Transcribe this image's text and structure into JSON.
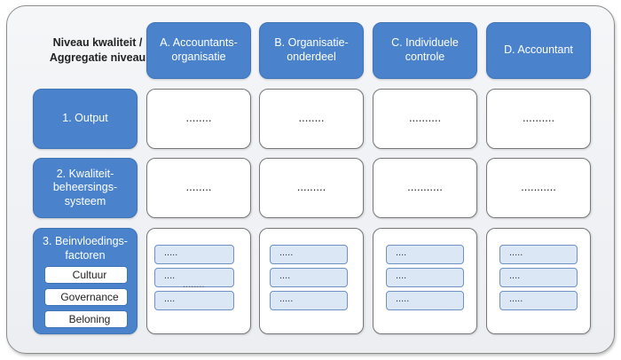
{
  "corner_label": {
    "line1": "Niveau kwaliteit /",
    "line2": "Aggregatie niveau"
  },
  "columns": [
    {
      "line1": "A. Accountants-",
      "line2": "organisatie"
    },
    {
      "line1": "B. Organisatie-",
      "line2": "onderdeel"
    },
    {
      "line1": "C. Individuele",
      "line2": "controle"
    },
    {
      "line1": "D. Accountant",
      "line2": ""
    }
  ],
  "rows": [
    {
      "lines": [
        "1. Output"
      ]
    },
    {
      "lines": [
        "2. Kwaliteit-",
        "beheersings-",
        "systeem"
      ]
    },
    {
      "lines": [
        "3. Beinvloedings-",
        "factoren"
      ]
    }
  ],
  "factors": [
    "Cultuur",
    "Governance",
    "Beloning"
  ],
  "cells": {
    "output": [
      "........",
      "........",
      "..........",
      ".........."
    ],
    "system": [
      "........",
      ".........",
      "...........",
      "..........."
    ]
  },
  "factor_cells": [
    {
      "items": [
        ".....",
        "....",
        "...."
      ],
      "overlay": "........"
    },
    {
      "items": [
        ".....",
        "....",
        "....."
      ],
      "overlay": ""
    },
    {
      "items": [
        "....",
        "....",
        "....."
      ],
      "overlay": ""
    },
    {
      "items": [
        ".....",
        "....",
        "....."
      ],
      "overlay": ""
    }
  ],
  "colors": {
    "accent_blue": "#4a83cc",
    "sub_box_blue": "#dce7f6",
    "frame_border": "#8c8c8c"
  }
}
